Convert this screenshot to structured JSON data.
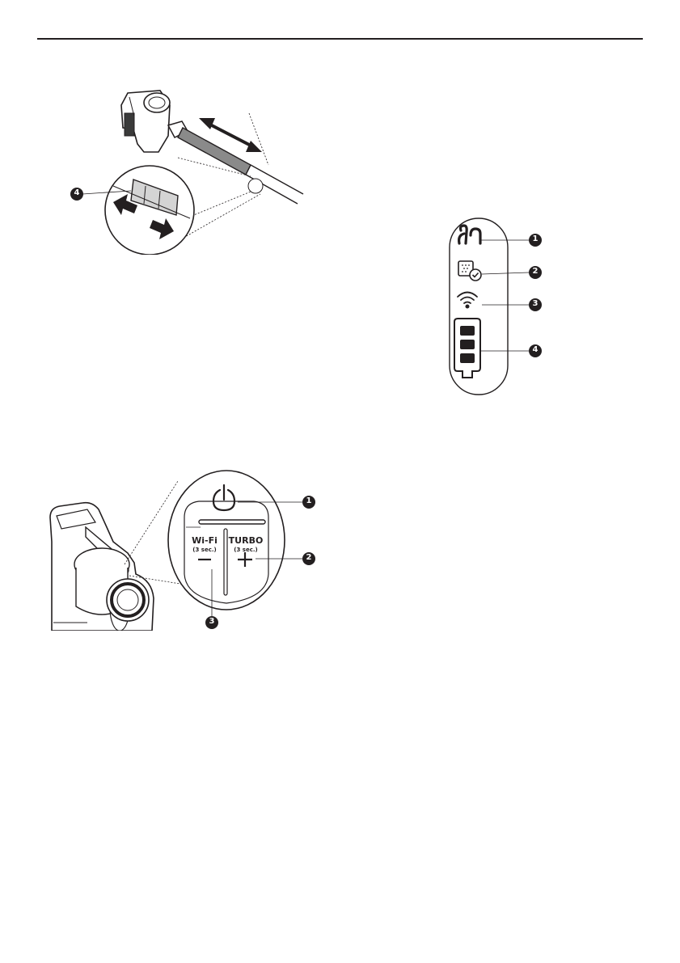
{
  "wand_figure": {
    "callouts": [
      "4"
    ]
  },
  "indicator_figure": {
    "callouts": [
      "1",
      "2",
      "3",
      "4"
    ]
  },
  "handle_figure": {
    "wifi_label": "Wi-Fi",
    "wifi_hint": "(3 sec.)",
    "turbo_label": "TURBO",
    "turbo_hint": "(3 sec.)",
    "callouts": [
      "1",
      "2",
      "3"
    ]
  },
  "icons": [
    "double-arrow-icon",
    "pet-mode-icon",
    "dust-sensor-icon",
    "wifi-icon",
    "battery-icon",
    "power-icon",
    "minus-icon",
    "plus-icon"
  ],
  "colors": {
    "ink": "#231f20",
    "tube_gray": "#8a8a8a",
    "light_gray": "#d4d4d4"
  }
}
